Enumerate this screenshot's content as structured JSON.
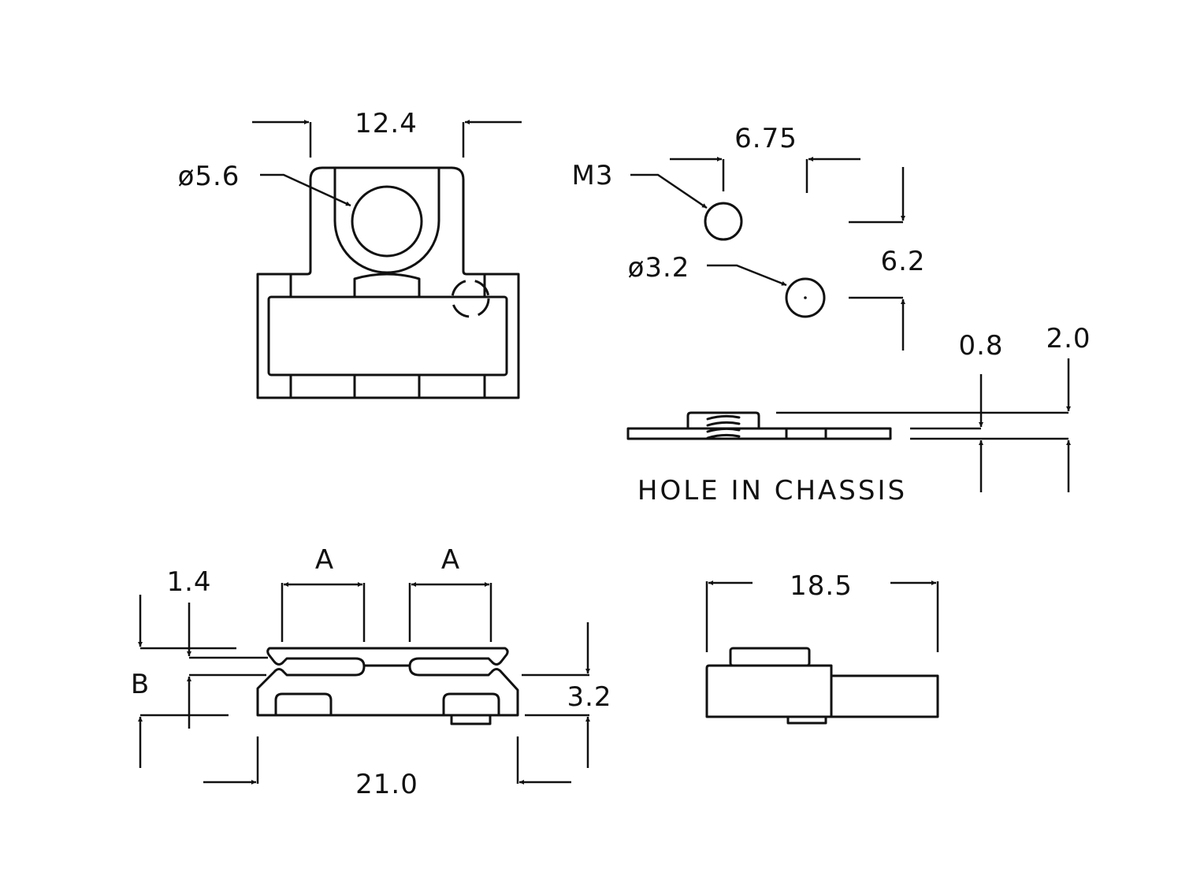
{
  "top_view": {
    "width_dim": "12.4",
    "hole_dia": "ø5.6"
  },
  "hole_pattern": {
    "thread": "M3",
    "spacing": "6.75",
    "hole_dia": "ø3.2",
    "offset": "6.2"
  },
  "chassis": {
    "title": "HOLE IN CHASSIS",
    "thickness_min": "0.8",
    "thickness_max": "2.0"
  },
  "side_view": {
    "slot_a_left": "A",
    "slot_a_right": "A",
    "lip_dim": "1.4",
    "gap_label": "B",
    "height_dim": "3.2",
    "length_dim": "21.0"
  },
  "end_view": {
    "width_dim": "18.5"
  }
}
